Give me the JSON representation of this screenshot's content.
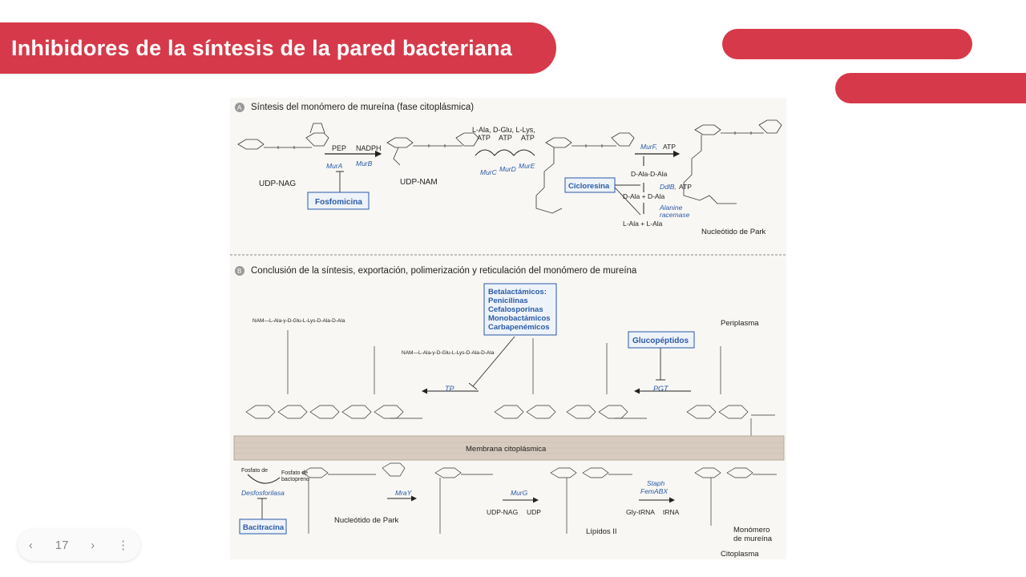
{
  "slide": {
    "title": "Inhibidores de la síntesis de la pared bacteriana",
    "page_number": "17"
  },
  "colors": {
    "accent": "#d63a4a",
    "label_blue": "#2a5aa6"
  },
  "figure": {
    "section_a": {
      "marker": "A",
      "title": "Síntesis del monómero de mureína (fase citoplásmica)",
      "substrates": {
        "udp_nag": "UDP-NAG",
        "udp_nam": "UDP-NAM",
        "park": "Nucleótido de Park",
        "pep": "PEP",
        "nadph": "NADPH",
        "aa_top": "L-Ala, D-Glu, L-Lys,",
        "atp": "ATP",
        "murf_atp": "ATP",
        "dala_dala": "D-Ala-D-Ala",
        "dala_plus": "D-Ala  +  D-Ala",
        "lala_plus": "L-Ala  +  L-Ala",
        "ddlb_atp": "ATP"
      },
      "enzymes": {
        "mura": "MurA",
        "murb": "MurB",
        "murc": "MurC",
        "murd": "MurD",
        "mure": "MurE",
        "murf": "MurF,",
        "ddlb": "DdlB,",
        "racemase1": "Alanine",
        "racemase2": "racemase"
      },
      "drugs": {
        "fosfomicina": "Fosfomicina",
        "cicloserina": "Cicloresina"
      }
    },
    "section_b": {
      "marker": "B",
      "title": "Conclusión de la síntesis, exportación, polimerización y reticulación del monómero de mureína",
      "betalactam": [
        "Betalactámicos:",
        "Penicilinas",
        "Cefalosporinas",
        "Monobactámicos",
        "Carbapenémicos"
      ],
      "glucopeptidos": "Glucopéptidos",
      "bacitracina": "Bacitracina",
      "enzymes": {
        "tp": "TP",
        "pgt": "PGT",
        "desfosforilasa": "Desfosforilasa",
        "mray": "MraY",
        "murg": "MurG",
        "staph": "Staph",
        "femabx": "FemABX"
      },
      "labels": {
        "periplasma": "Periplasma",
        "membrana": "Membrana citoplásmica",
        "citoplasma": "Citoplasma",
        "park": "Nucleótido de Park",
        "lipidos": "Lípidos II",
        "monomero1": "Monómero",
        "monomero2": "de mureína",
        "udp_nag": "UDP-NAG",
        "udp": "UDP",
        "glytrna": "Gly-tRNA",
        "trna": "tRNA",
        "fosfato1": "Fosfato de",
        "fosfato2": "bactoprenо"
      },
      "chain_top": "NAM—L-Ala-γ-D-Glu-L-Lys-D-Ala-D-Ala",
      "chain_mid": "NAM—L-Ala-γ-D-Glu-L-Lys-D-Ala-D-Ala"
    }
  }
}
